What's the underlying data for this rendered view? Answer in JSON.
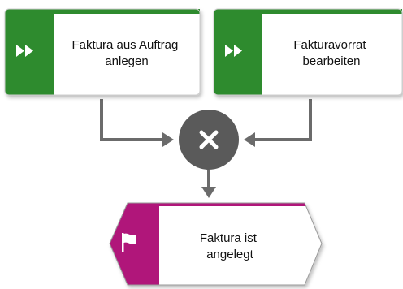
{
  "colors": {
    "function_accent": "#2e8b2e",
    "event_accent": "#b0157a",
    "connector_fill": "#5a5a5a",
    "line": "#6b6b6b",
    "box_border": "#9a9a9a"
  },
  "functions": [
    {
      "id": "function-faktura-aus-auftrag",
      "icon": "fast-forward-icon",
      "lines": [
        "Faktura aus Auftrag",
        "anlegen"
      ]
    },
    {
      "id": "function-fakturavorrat",
      "icon": "fast-forward-icon",
      "lines": [
        "Fakturavorrat",
        "bearbeiten"
      ]
    }
  ],
  "connector": {
    "type": "XOR",
    "icon": "close-x-icon"
  },
  "event": {
    "id": "event-faktura-ist-angelegt",
    "icon": "flag-icon",
    "lines": [
      "Faktura ist",
      "angelegt"
    ]
  }
}
